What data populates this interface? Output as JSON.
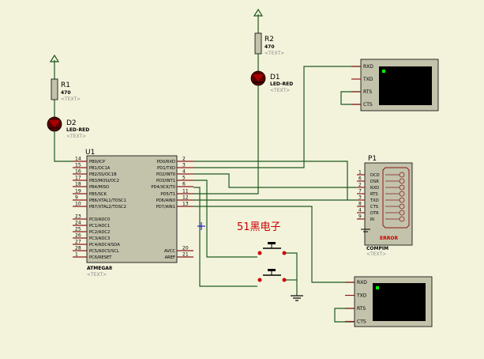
{
  "colors": {
    "background": "#f3f3dc",
    "wire": "#1f5a1f",
    "chip_body": "#c3c3ac",
    "pin": "#8b1a1a",
    "terminal_screen": "#000000",
    "terminal_cursor": "#00ff00",
    "caption": "#cc0000",
    "junction": "#0000cc"
  },
  "caption": "51黑电子",
  "placeholder_text": "<TEXT>",
  "r1": {
    "ref": "R1",
    "value": "470"
  },
  "r2": {
    "ref": "R2",
    "value": "470"
  },
  "d1": {
    "ref": "D1",
    "value": "LED-RED"
  },
  "d2": {
    "ref": "D2",
    "value": "LED-RED"
  },
  "u1": {
    "ref": "U1",
    "part": "ATMEGA8",
    "left_pins": [
      {
        "num": "14",
        "label": "PB0/ICP"
      },
      {
        "num": "15",
        "label": "PB1/OC1A"
      },
      {
        "num": "16",
        "label": "PB2/SS/OC1B"
      },
      {
        "num": "17",
        "label": "PB3/MOSI/OC2"
      },
      {
        "num": "18",
        "label": "PB4/MISO"
      },
      {
        "num": "19",
        "label": "PB5/SCK"
      },
      {
        "num": "9",
        "label": "PB6/XTAL1/TOSC1"
      },
      {
        "num": "10",
        "label": "PB7/XTAL2/TOSC2"
      },
      {
        "num": "23",
        "label": "PC0/ADC0"
      },
      {
        "num": "24",
        "label": "PC1/ADC1"
      },
      {
        "num": "25",
        "label": "PC2/ADC2"
      },
      {
        "num": "26",
        "label": "PC3/ADC3"
      },
      {
        "num": "27",
        "label": "PC4/ADC4/SDA"
      },
      {
        "num": "28",
        "label": "PC5/ADC5/SCL"
      },
      {
        "num": "1",
        "label": "PC6/RESET"
      }
    ],
    "right_pins": [
      {
        "num": "2",
        "label": "PD0/RXD"
      },
      {
        "num": "3",
        "label": "PD1/TXD"
      },
      {
        "num": "4",
        "label": "PD2/INT0"
      },
      {
        "num": "5",
        "label": "PD3/INT1"
      },
      {
        "num": "6",
        "label": "PD4/XCK/T0"
      },
      {
        "num": "11",
        "label": "PD5/T1"
      },
      {
        "num": "12",
        "label": "PD6/AIN0"
      },
      {
        "num": "13",
        "label": "PD7/AIN1"
      },
      {
        "num": "20",
        "label": "AVCC"
      },
      {
        "num": "21",
        "label": "AREF"
      }
    ]
  },
  "p1": {
    "ref": "P1",
    "part": "COMPIM",
    "status": "ERROR",
    "pins": [
      {
        "num": "1",
        "label": "DCD"
      },
      {
        "num": "6",
        "label": "DSR"
      },
      {
        "num": "2",
        "label": "RXD"
      },
      {
        "num": "7",
        "label": "RTS"
      },
      {
        "num": "3",
        "label": "TXD"
      },
      {
        "num": "8",
        "label": "CTS"
      },
      {
        "num": "4",
        "label": "DTR"
      },
      {
        "num": "9",
        "label": "RI"
      }
    ]
  },
  "terminal_top": {
    "pins": [
      "RXD",
      "TXD",
      "RTS",
      "CTS"
    ]
  },
  "terminal_bottom": {
    "pins": [
      "RXD",
      "TXD",
      "RTS",
      "CTS"
    ]
  }
}
